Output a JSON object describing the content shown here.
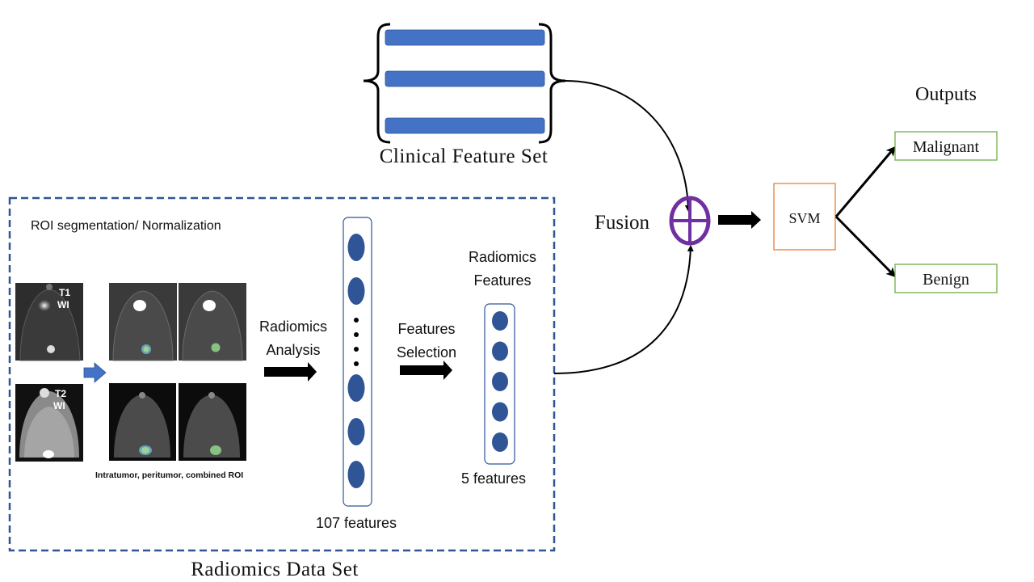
{
  "clinical": {
    "title": "Clinical Feature Set",
    "bar_count": 3,
    "bar_color": "#4472C4"
  },
  "radiomics_panel": {
    "title": "Radiomics Data Set",
    "border_color": "#2F5597",
    "segmentation_label": "ROI segmentation/ Normalization",
    "roi_caption": "Intratumor, peritumor, combined ROI",
    "mri": {
      "t1_label_line1": "T1",
      "t1_label_line2": "WI",
      "t2_label_line1": "T2",
      "t2_label_line2": "WI"
    },
    "analysis_label_line1": "Radiomics",
    "analysis_label_line2": "Analysis",
    "all_features": {
      "count_label": "107 features",
      "visible_nodes": 5,
      "ellipsis_dots": 4
    },
    "selection_label_line1": "Features",
    "selection_label_line2": "Selection",
    "selected_features": {
      "title_line1": "Radiomics",
      "title_line2": "Features",
      "count_label": "5 features",
      "nodes": 5
    },
    "node_color": "#2F5597"
  },
  "fusion": {
    "label": "Fusion",
    "symbol_color": "#7030A0"
  },
  "classifier": {
    "label": "SVM",
    "border_color": "#ED7D31"
  },
  "outputs": {
    "title": "Outputs",
    "border_color": "#70AD47",
    "items": [
      {
        "label": "Malignant"
      },
      {
        "label": "Benign"
      }
    ]
  }
}
